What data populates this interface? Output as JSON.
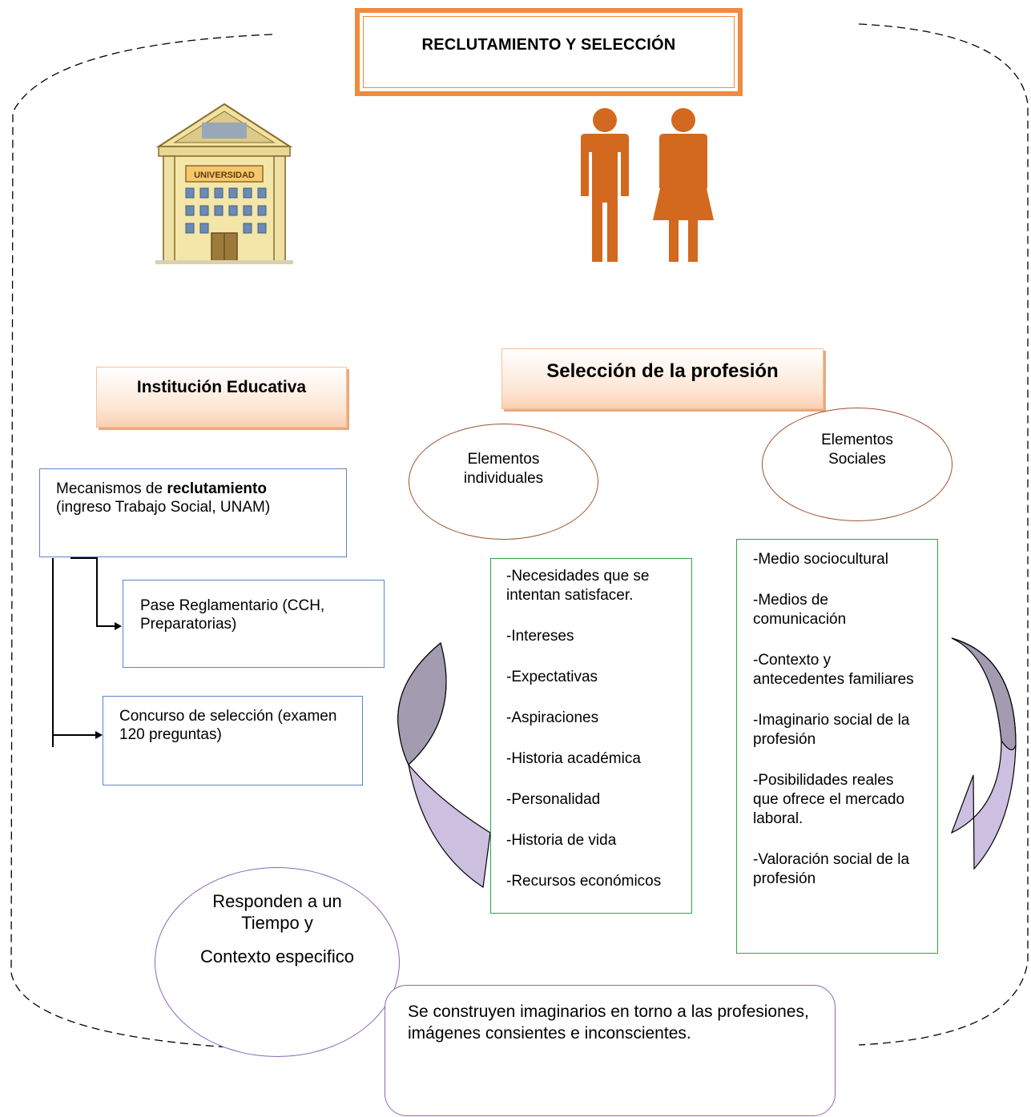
{
  "title": "RECLUTAMIENTO Y SELECCIÓN",
  "university_sign": "UNIVERSIDAD",
  "institucion_heading": "Institución Educativa",
  "seleccion_heading": "Selección de la profesión",
  "mecanismos": {
    "prefix": "Mecanismos de ",
    "bold": "reclutamiento",
    "detail": "(ingreso Trabajo Social, UNAM)"
  },
  "pase": "Pase Reglamentario (CCH, Preparatorias)",
  "concurso": "Concurso de selección (examen 120 preguntas)",
  "individuales_label": "Elementos individuales",
  "sociales_label": "Elementos Sociales",
  "individuales_items": [
    "-Necesidades que se intentan satisfacer.",
    "-Intereses",
    "-Expectativas",
    "-Aspiraciones",
    "-Historia académica",
    "-Personalidad",
    "-Historia de vida",
    "-Recursos económicos"
  ],
  "sociales_items": [
    "-Medio sociocultural",
    "-Medios de comunicación",
    "-Contexto y antecedentes familiares",
    "-Imaginario social de la profesión",
    "-Posibilidades reales que ofrece el mercado laboral.",
    "-Valoración social de la profesión"
  ],
  "tiempo_circle": {
    "line1": "Responden a un Tiempo y",
    "line2": "Contexto especifico"
  },
  "imaginarios": "Se construyen imaginarios en torno a las profesiones, imágenes consientes e inconscientes.",
  "colors": {
    "title_border": "#f08a3e",
    "people": "#d2691e",
    "blue_border": "#5b86c5",
    "green_border": "#27a844",
    "ellipse_border": "#a0522d",
    "purple_border": "#8a67b7",
    "arrow_dark": "#a39bb0",
    "arrow_light": "#cdbfdf"
  }
}
